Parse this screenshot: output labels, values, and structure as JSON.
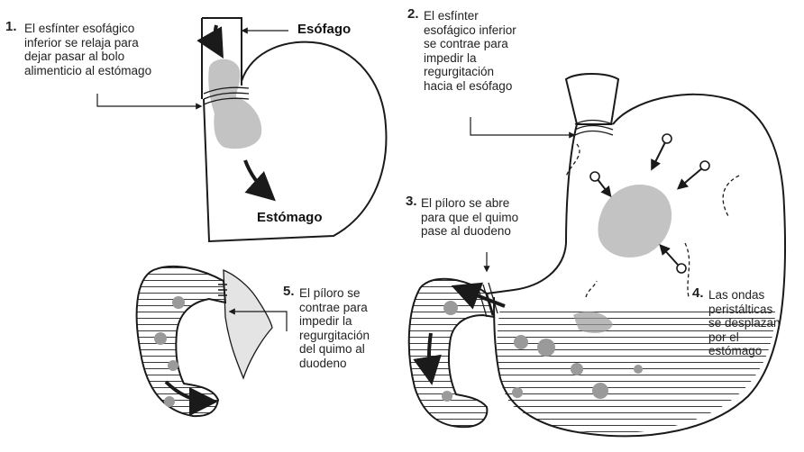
{
  "labels": {
    "esofago": "Esófago",
    "estomago": "Estómago"
  },
  "captions": [
    {
      "num": "1.",
      "text": "El esfínter esofágico\ninferior se relaja para\ndejar pasar al bolo\nalimenticio al estómago"
    },
    {
      "num": "2.",
      "text": "El esfínter\nesofágico inferior\nse contrae para\nimpedir la\nregurgitación\nhacia el esófago"
    },
    {
      "num": "3.",
      "text": "El píloro se abre\npara que el quimo\npase al duodeno"
    },
    {
      "num": "4.",
      "text": "Las ondas\nperistálticas\nse desplazan\npor el\nestómago"
    },
    {
      "num": "5.",
      "text": "El píloro se\ncontrae para\nimpedir la\nregurgitación\ndel quimo al\nduodeno"
    }
  ],
  "colors": {
    "outline": "#1a1a1a",
    "bolus": "#b8b8b8",
    "chyme_lines": "#3a3a3a",
    "closed_duodenum_fill": "#e4e4e4"
  },
  "icons": [
    "arrow-icon",
    "pointer-line-icon"
  ]
}
